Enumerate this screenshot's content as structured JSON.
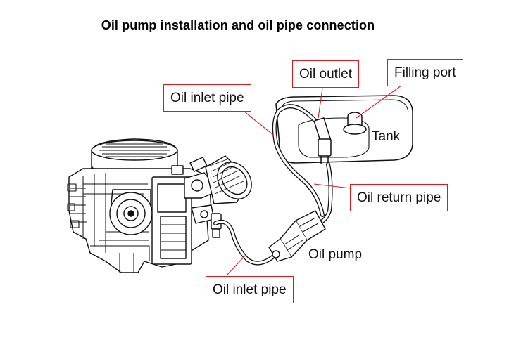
{
  "title": "Oil pump installation and oil pipe connection",
  "labels": {
    "oil_outlet": "Oil outlet",
    "filling_port": "Filling port",
    "oil_inlet_pipe_top": "Oil inlet pipe",
    "tank": "Tank",
    "oil_return_pipe": "Oil return pipe",
    "oil_pump": "Oil pump",
    "oil_inlet_pipe_bottom": "Oil inlet pipe"
  },
  "colors": {
    "callout_border": "#e0181b",
    "leader_line": "#e0181b",
    "drawing_line": "#111111"
  }
}
